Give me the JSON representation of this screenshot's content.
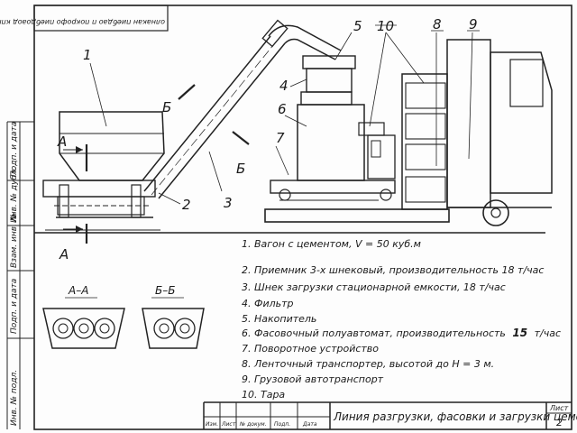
{
  "top_stamp": "олнакан пиебдао п покрофо пиебдоаод кппиш/",
  "callouts": [
    "1",
    "2",
    "3",
    "4",
    "5",
    "6",
    "7",
    "8",
    "9",
    "10"
  ],
  "section_marks": {
    "a": "А",
    "b": "Б"
  },
  "section_titles": {
    "aa": "А–А",
    "bb": "Б–Б"
  },
  "legend": [
    {
      "text": "1. Вагон с цементом, V = 50 куб.м"
    },
    {
      "text": "2. Приемник 3-х шнековый, производительность 18 т/час"
    },
    {
      "text": "3. Шнек загрузки стационарной емкости, 18 т/час"
    },
    {
      "text": "4. Фильтр"
    },
    {
      "text": "5. Накопитель"
    },
    {
      "text": "6. Фасовочный полуавтомат, производительность",
      "bold": "15",
      "tail": "т/час"
    },
    {
      "text": "7. Поворотное устройство"
    },
    {
      "text": "8. Ленточный транспортер, высотой до H = 3 м."
    },
    {
      "text": "9. Грузовой автотранспорт"
    },
    {
      "text": "10. Тара"
    }
  ],
  "side_labels": [
    "Подп. и дата",
    "Инв. № дубл.",
    "Взам. инв. №",
    "Подп. и дата",
    "Инв. № подл."
  ],
  "title_block": {
    "title": "Линия разгрузки, фасовки и загрузки цемента",
    "sheet_label": "Лист",
    "sheet_no": "2",
    "row_cells": [
      "Изм.",
      "Лист",
      "№ докум.",
      "Подп.",
      "Дата"
    ]
  }
}
